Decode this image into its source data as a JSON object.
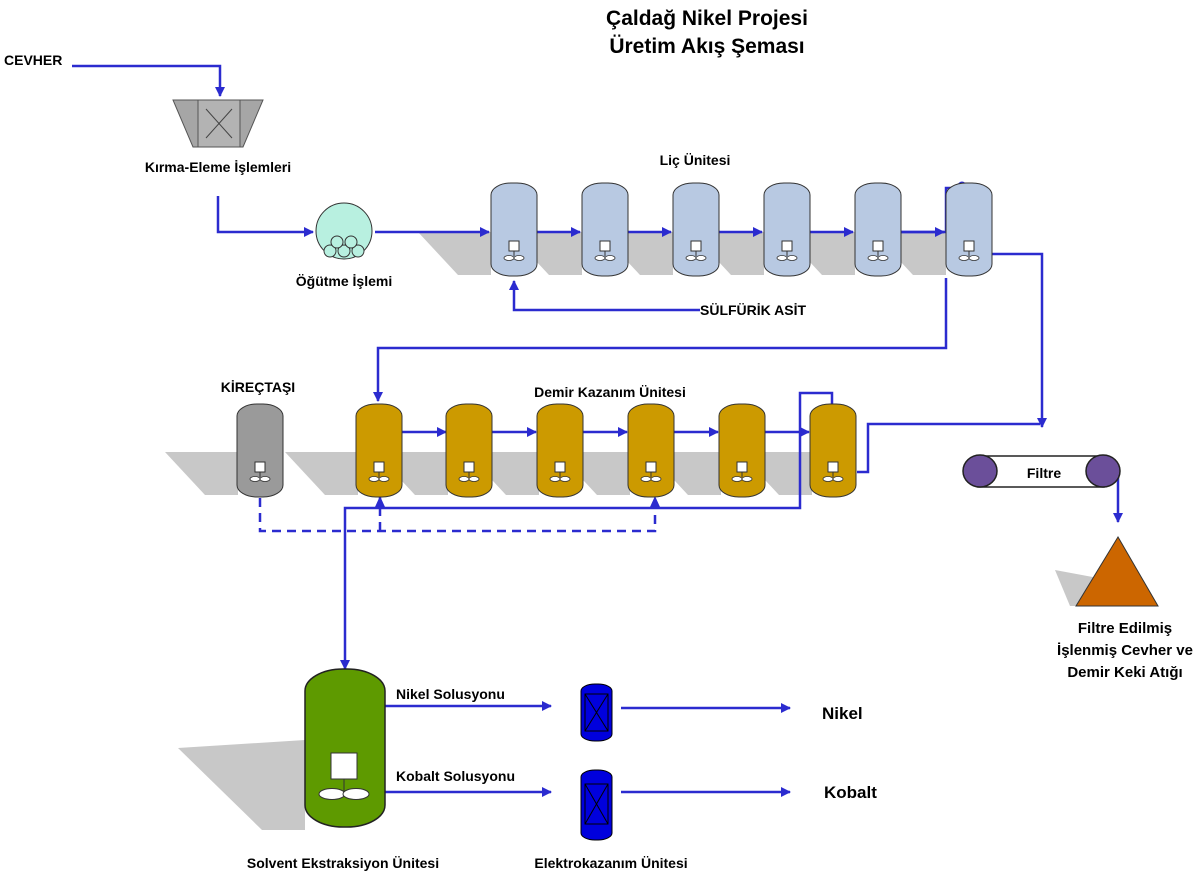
{
  "title": {
    "line1": "Çaldağ Nikel Projesi",
    "line2": "Üretim Akış Şeması"
  },
  "labels": {
    "ore": "CEVHER",
    "crushing": "Kırma-Eleme İşlemleri",
    "grinding": "Öğütme İşlemi",
    "leach_unit": "Liç Ünitesi",
    "sulfuric_acid": "SÜLFÜRİK ASİT",
    "limestone": "KİREÇTAŞI",
    "iron_unit": "Demir Kazanım Ünitesi",
    "filter": "Filtre",
    "residue_line1": "Filtre Edilmiş",
    "residue_line2": "İşlenmiş Cevher ve",
    "residue_line3": "Demir Keki Atığı",
    "nickel_solution": "Nikel Solusyonu",
    "cobalt_solution": "Kobalt Solusyonu",
    "nickel": "Nikel",
    "cobalt": "Kobalt",
    "solvent_unit": "Solvent Ekstraksiyon Ünitesi",
    "electro_unit": "Elektrokazanım Ünitesi"
  },
  "colors": {
    "flow_line": "#2b2bcf",
    "leach_tank": "#b8c9e2",
    "iron_tank": "#cc9a00",
    "limestone_tank": "#9a9a9a",
    "solvent_tank": "#5e9a00",
    "electro_cell": "#0000dd",
    "filter_roller": "#6b4f9a",
    "residue_pile": "#cc6600",
    "grinding_mill": "#b8f0e0",
    "shadow": "#c8c8c8"
  }
}
